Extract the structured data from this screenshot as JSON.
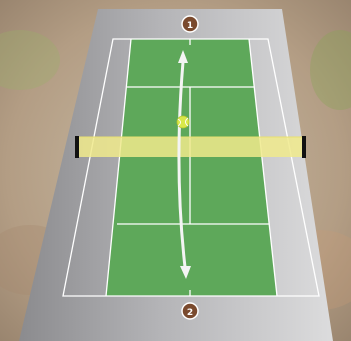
{
  "diagram": {
    "markers": [
      {
        "id": "1",
        "label": "1"
      },
      {
        "id": "2",
        "label": "2"
      }
    ],
    "colors": {
      "surround": "#a9a9ac",
      "court_green": "#5ea85a",
      "court_lines": "#ffffff",
      "net_band": "#f0ea8c",
      "net_posts": "#111111",
      "marker_fill": "#7a4a2e",
      "ball": "#d9e84a",
      "arrow": "#f4f4f4"
    },
    "icons": {
      "ball": "tennis-ball-icon",
      "arrow": "double-headed-arrow-icon"
    }
  }
}
